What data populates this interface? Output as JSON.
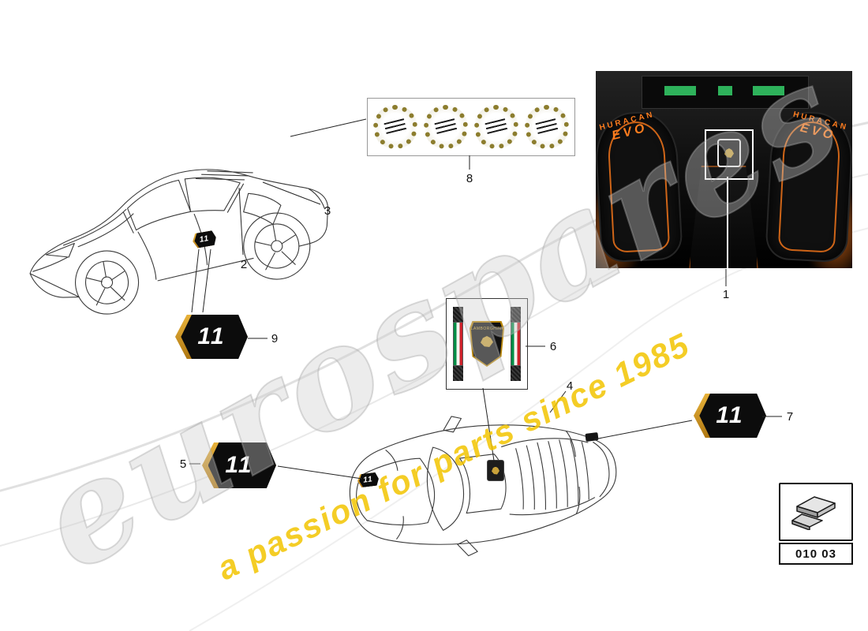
{
  "watermark": {
    "brand": "eurospares",
    "tagline": "a passion for parts since 1985",
    "brand_color": "#cdcdcd",
    "tagline_color": "#f2c400"
  },
  "callouts": {
    "n1": "1",
    "n2": "2",
    "n3": "3",
    "n4": "4",
    "n5": "5",
    "n6": "6",
    "n7": "7",
    "n8": "8",
    "n9": "9"
  },
  "badge": {
    "number": "11"
  },
  "crest": {
    "brand": "LAMBORGHINI"
  },
  "interior": {
    "model": "HURACAN",
    "trim": "EVO"
  },
  "footer_code": {
    "part_code": "010 03"
  },
  "colors": {
    "accent_orange": "#ff7d1e",
    "badge_black": "#0c0c0c",
    "badge_gold": "#c8922a",
    "wreath_gold": "#8c7d2e",
    "flag_green": "#008c45",
    "flag_red": "#cd212a"
  },
  "icons": [
    "laurel-wreath-icon",
    "lamborghini-crest-icon",
    "italian-flag-strip",
    "number-11-hex-badge",
    "decal-sheet-icon"
  ]
}
